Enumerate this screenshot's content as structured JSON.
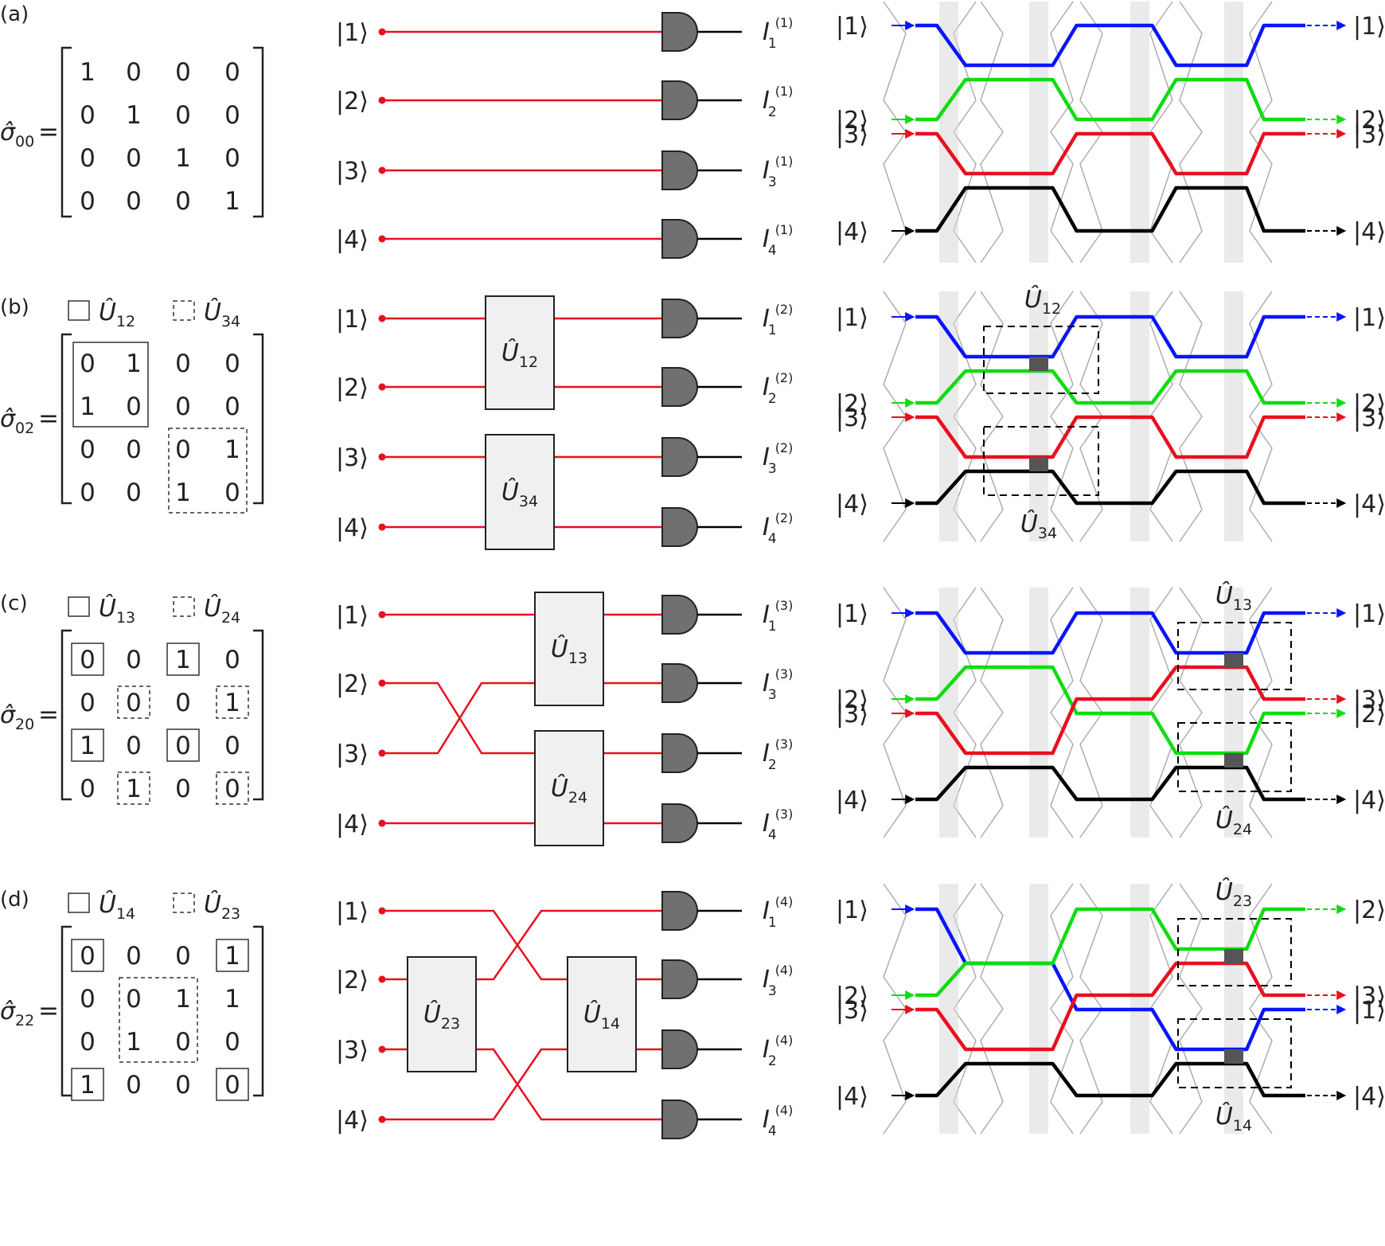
{
  "colors": {
    "wire_red": "#e8101e",
    "mode_1": "#0a14ff",
    "mode_2": "#10dc10",
    "mode_3": "#e8101e",
    "mode_4": "#000000",
    "detector": "#707070",
    "unitary_box": "#f0f0f0",
    "waveguide_gray": "#a8a8a8",
    "coupler_light": "#d8d8d8",
    "coupler_dark": "#555555"
  },
  "panels": [
    {
      "id": "a",
      "label": "(a)",
      "operator": {
        "symbol": "σ",
        "sub": "00"
      },
      "matrix": [
        [
          "1",
          "0",
          "0",
          "0"
        ],
        [
          "0",
          "1",
          "0",
          "0"
        ],
        [
          "0",
          "0",
          "1",
          "0"
        ],
        [
          "0",
          "0",
          "0",
          "1"
        ]
      ],
      "matrix_solid_boxes": [],
      "matrix_dashed_boxes": [],
      "legend": null,
      "circuit": {
        "inputs": [
          "|1⟩",
          "|2⟩",
          "|3⟩",
          "|4⟩"
        ],
        "outputs": [
          {
            "sub": "1",
            "sup": "(1)"
          },
          {
            "sub": "2",
            "sup": "(1)"
          },
          {
            "sub": "3",
            "sup": "(1)"
          },
          {
            "sub": "4",
            "sup": "(1)"
          }
        ],
        "boxes": []
      },
      "chip": {
        "inputs": [
          "|1⟩",
          "|2⟩",
          "|3⟩",
          "|4⟩"
        ],
        "outputs": [
          "|1⟩",
          "|2⟩",
          "|3⟩",
          "|4⟩"
        ],
        "box_labels": []
      }
    },
    {
      "id": "b",
      "label": "(b)",
      "operator": {
        "symbol": "σ",
        "sub": "02"
      },
      "matrix": [
        [
          "0",
          "1",
          "0",
          "0"
        ],
        [
          "1",
          "0",
          "0",
          "0"
        ],
        [
          "0",
          "0",
          "0",
          "1"
        ],
        [
          "0",
          "0",
          "1",
          "0"
        ]
      ],
      "matrix_solid_boxes": [
        "block 1-2"
      ],
      "matrix_dashed_boxes": [
        "block 3-4"
      ],
      "legend": {
        "solid": {
          "symbol": "U",
          "sub": "12"
        },
        "dashed": {
          "symbol": "U",
          "sub": "34"
        }
      },
      "circuit": {
        "inputs": [
          "|1⟩",
          "|2⟩",
          "|3⟩",
          "|4⟩"
        ],
        "outputs": [
          {
            "sub": "1",
            "sup": "(2)"
          },
          {
            "sub": "2",
            "sup": "(2)"
          },
          {
            "sub": "3",
            "sup": "(2)"
          },
          {
            "sub": "4",
            "sup": "(2)"
          }
        ],
        "boxes": [
          {
            "symbol": "U",
            "sub": "12"
          },
          {
            "symbol": "U",
            "sub": "34"
          }
        ]
      },
      "chip": {
        "inputs": [
          "|1⟩",
          "|2⟩",
          "|3⟩",
          "|4⟩"
        ],
        "outputs": [
          "|1⟩",
          "|2⟩",
          "|3⟩",
          "|4⟩"
        ],
        "box_labels": [
          {
            "symbol": "U",
            "sub": "12"
          },
          {
            "symbol": "U",
            "sub": "34"
          }
        ]
      }
    },
    {
      "id": "c",
      "label": "(c)",
      "operator": {
        "symbol": "σ",
        "sub": "20"
      },
      "matrix": [
        [
          "0",
          "0",
          "1",
          "0"
        ],
        [
          "0",
          "0",
          "0",
          "1"
        ],
        [
          "1",
          "0",
          "0",
          "0"
        ],
        [
          "0",
          "1",
          "0",
          "0"
        ]
      ],
      "matrix_solid_boxes": [
        "single cells"
      ],
      "matrix_dashed_boxes": [
        "single cells"
      ],
      "legend": {
        "solid": {
          "symbol": "U",
          "sub": "13"
        },
        "dashed": {
          "symbol": "U",
          "sub": "24"
        }
      },
      "circuit": {
        "inputs": [
          "|1⟩",
          "|2⟩",
          "|3⟩",
          "|4⟩"
        ],
        "outputs": [
          {
            "sub": "1",
            "sup": "(3)"
          },
          {
            "sub": "3",
            "sup": "(3)"
          },
          {
            "sub": "2",
            "sup": "(3)"
          },
          {
            "sub": "4",
            "sup": "(3)"
          }
        ],
        "boxes": [
          {
            "symbol": "U",
            "sub": "13"
          },
          {
            "symbol": "U",
            "sub": "24"
          }
        ]
      },
      "chip": {
        "inputs": [
          "|1⟩",
          "|2⟩",
          "|3⟩",
          "|4⟩"
        ],
        "outputs": [
          "|1⟩",
          "|3⟩",
          "|2⟩",
          "|4⟩"
        ],
        "box_labels": [
          {
            "symbol": "U",
            "sub": "13"
          },
          {
            "symbol": "U",
            "sub": "24"
          }
        ]
      }
    },
    {
      "id": "d",
      "label": "(d)",
      "operator": {
        "symbol": "σ",
        "sub": "22"
      },
      "matrix": [
        [
          "0",
          "0",
          "0",
          "1"
        ],
        [
          "0",
          "0",
          "1",
          "1"
        ],
        [
          "0",
          "1",
          "0",
          "0"
        ],
        [
          "1",
          "0",
          "0",
          "0"
        ]
      ],
      "matrix_solid_boxes": [
        "corner cells"
      ],
      "matrix_dashed_boxes": [
        "center block"
      ],
      "legend": {
        "solid": {
          "symbol": "U",
          "sub": "14"
        },
        "dashed": {
          "symbol": "U",
          "sub": "23"
        }
      },
      "circuit": {
        "inputs": [
          "|1⟩",
          "|2⟩",
          "|3⟩",
          "|4⟩"
        ],
        "outputs": [
          {
            "sub": "1",
            "sup": "(4)"
          },
          {
            "sub": "3",
            "sup": "(4)"
          },
          {
            "sub": "2",
            "sup": "(4)"
          },
          {
            "sub": "4",
            "sup": "(4)"
          }
        ],
        "boxes": [
          {
            "symbol": "U",
            "sub": "23"
          },
          {
            "symbol": "U",
            "sub": "14"
          }
        ]
      },
      "chip": {
        "inputs": [
          "|1⟩",
          "|2⟩",
          "|3⟩",
          "|4⟩"
        ],
        "outputs": [
          "|2⟩",
          "|3⟩",
          "|1⟩",
          "|4⟩"
        ],
        "box_labels": [
          {
            "symbol": "U",
            "sub": "23"
          },
          {
            "symbol": "U",
            "sub": "14"
          }
        ]
      }
    }
  ],
  "chip_paths": {
    "a": [
      "1:TBTBT",
      "2:BTBTB",
      "3:TBTBT",
      "4:BTBTB"
    ],
    "b": [
      "1:TBTBT",
      "2:BTBTB",
      "3:TBTBT",
      "4:BTBTB"
    ],
    "c": [
      "1:TBTBT",
      "2:BTXBT",
      "3:TBXBT",
      "4:BTBTB"
    ],
    "d": [
      "1:TXXBT",
      "2:BXTBT",
      "3:TBXTB",
      "4:BTBTB"
    ]
  }
}
